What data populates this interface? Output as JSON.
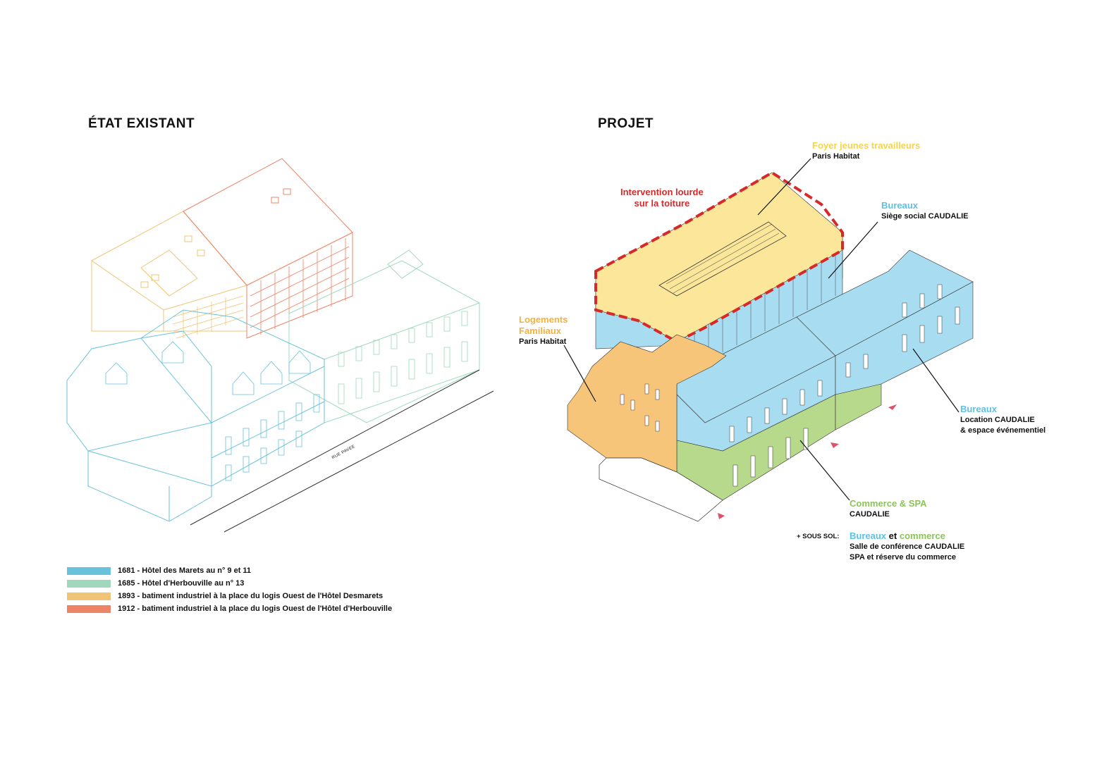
{
  "left_panel": {
    "title": "ÉTAT EXISTANT",
    "street_label": "RUE PAVEE"
  },
  "right_panel": {
    "title": "PROJET",
    "labels": {
      "foyer": {
        "title": "Foyer jeunes travailleurs",
        "subtitle": "Paris Habitat"
      },
      "intervention": {
        "line1": "Intervention lourde",
        "line2": "sur la toiture"
      },
      "bureaux_top": {
        "title": "Bureaux",
        "subtitle": "Siège social CAUDALIE"
      },
      "logements": {
        "line1": "Logements",
        "line2": "Familiaux",
        "subtitle": "Paris Habitat"
      },
      "bureaux_right": {
        "title": "Bureaux",
        "line1": "Location CAUDALIE",
        "line2": "& espace événementiel"
      },
      "commerce": {
        "title": "Commerce & SPA",
        "subtitle": "CAUDALIE"
      },
      "sous_sol": {
        "prefix": "+ SOUS SOL:",
        "word1": "Bureaux",
        "word2": "et",
        "word3": "commerce",
        "line1": "Salle de conférence CAUDALIE",
        "line2": "SPA et réserve du commerce"
      }
    }
  },
  "legend": [
    {
      "color": "#69c2dc",
      "text": "1681 - Hôtel des Marets au n° 9 et 11"
    },
    {
      "color": "#9fd8bd",
      "text": "1685 - Hôtel d'Herbouville au n° 13"
    },
    {
      "color": "#f0c474",
      "text": "1893 - batiment industriel à la place du logis Ouest de l'Hôtel Desmarets"
    },
    {
      "color": "#ee8466",
      "text": "1912 - batiment industriel à la place du logis Ouest de l'Hôtel d'Herbouville"
    }
  ],
  "colors": {
    "blue": "#a8dcf0",
    "green": "#b7d98b",
    "yellow": "#fbe699",
    "orange": "#f6c57a",
    "red": "#d62a2a",
    "label_yellow": "#f5d44a",
    "label_blue": "#5cc1e3",
    "label_orange": "#f3b13e",
    "label_green": "#8dc25a"
  }
}
